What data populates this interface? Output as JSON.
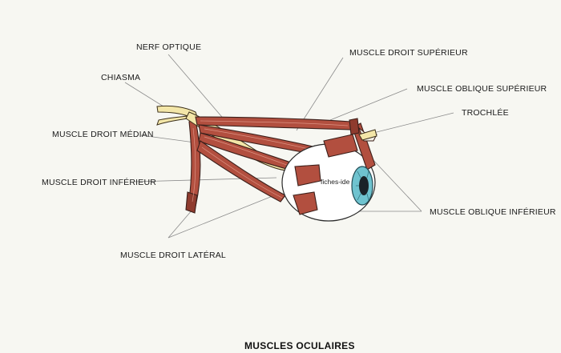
{
  "title": "MUSCLES OCULAIRES",
  "watermark": "fiches-ide",
  "labels": {
    "nerf_optique": "NERF OPTIQUE",
    "chiasma": "CHIASMA",
    "muscle_droit_median": "MUSCLE DROIT MÉDIAN",
    "muscle_droit_inferieur": "MUSCLE DROIT INFÉRIEUR",
    "muscle_droit_lateral": "MUSCLE DROIT LATÉRAL",
    "muscle_droit_superieur": "MUSCLE DROIT SUPÉRIEUR",
    "muscle_oblique_superieur": "MUSCLE OBLIQUE SUPÉRIEUR",
    "trochlee": "TROCHLÉE",
    "muscle_oblique_inferieur": "MUSCLE OBLIQUE INFÉRIEUR"
  },
  "colors": {
    "background": "#f7f7f2",
    "muscle": "#b24f3f",
    "nerve": "#f3e6a8",
    "cornea": "#6fc3cf"
  }
}
